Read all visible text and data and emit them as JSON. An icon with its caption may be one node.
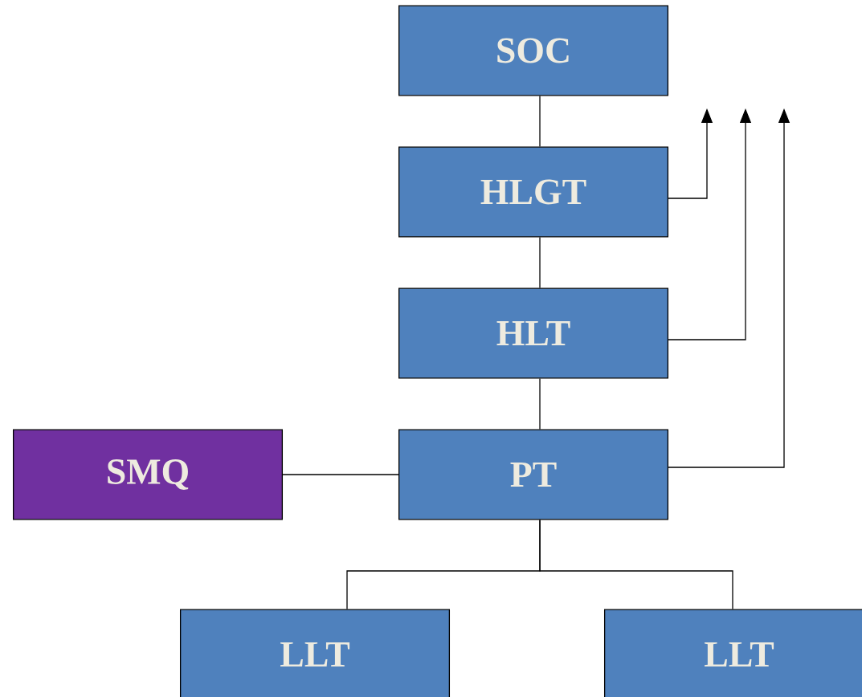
{
  "diagram": {
    "nodes": [
      {
        "text": [
          "SOC"
        ]
      },
      {
        "text": [
          "HLGT"
        ]
      },
      {
        "text": [
          "HLT"
        ]
      },
      {
        "text": [
          "PT"
        ]
      },
      {
        "text": [
          "SMQ"
        ]
      },
      {
        "text": [
          "LLT"
        ]
      },
      {
        "text": [
          "LLT"
        ]
      }
    ],
    "edges": [
      {
        "from": 0,
        "to": 1,
        "arrow": "none"
      },
      {
        "from": 1,
        "to": 2,
        "arrow": "none"
      },
      {
        "from": 2,
        "to": 3,
        "arrow": "none"
      },
      {
        "from": 4,
        "to": 3,
        "arrow": "none"
      },
      {
        "from": 3,
        "to": 5,
        "arrow": "none"
      },
      {
        "from": 3,
        "to": 6,
        "arrow": "none"
      },
      {
        "from": 1,
        "to": null,
        "arrow": "to"
      },
      {
        "from": 2,
        "to": null,
        "arrow": "to"
      },
      {
        "from": 3,
        "to": null,
        "arrow": "to"
      }
    ]
  }
}
